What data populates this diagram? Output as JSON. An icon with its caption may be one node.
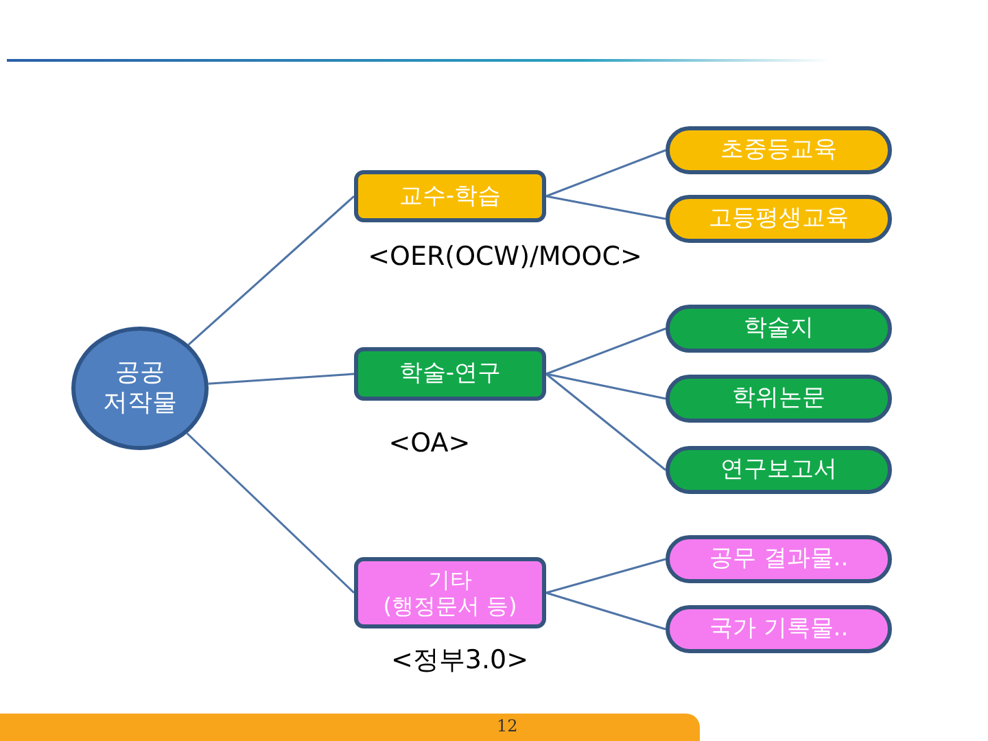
{
  "diagram": {
    "nodes": [
      {
        "text": [
          "공공 저작물"
        ]
      },
      {
        "text": [
          "교수-학습"
        ],
        "beside": [
          "<OER(OCW)/MOOC>"
        ]
      },
      {
        "text": [
          "학술-연구"
        ],
        "beside": [
          "<OA>"
        ]
      },
      {
        "text": [
          "기타 (행정문서 등)"
        ],
        "beside": [
          "<정부3.0>"
        ]
      },
      {
        "text": [
          "초중등교육"
        ]
      },
      {
        "text": [
          "고등평생교육"
        ]
      },
      {
        "text": [
          "학술지"
        ]
      },
      {
        "text": [
          "학위논문"
        ]
      },
      {
        "text": [
          "연구보고서"
        ]
      },
      {
        "text": [
          "공무 결과물.."
        ]
      },
      {
        "text": [
          "국가 기록물.."
        ]
      }
    ],
    "edges": [
      {
        "from": 0,
        "to": 1,
        "arrow": "none"
      },
      {
        "from": 0,
        "to": 2,
        "arrow": "none"
      },
      {
        "from": 0,
        "to": 3,
        "arrow": "none"
      },
      {
        "from": 1,
        "to": 4,
        "arrow": "none"
      },
      {
        "from": 1,
        "to": 5,
        "arrow": "none"
      },
      {
        "from": 2,
        "to": 6,
        "arrow": "none"
      },
      {
        "from": 2,
        "to": 7,
        "arrow": "none"
      },
      {
        "from": 2,
        "to": 8,
        "arrow": "none"
      },
      {
        "from": 3,
        "to": 9,
        "arrow": "none"
      },
      {
        "from": 3,
        "to": 10,
        "arrow": "none"
      }
    ],
    "labels": [
      "12"
    ]
  }
}
